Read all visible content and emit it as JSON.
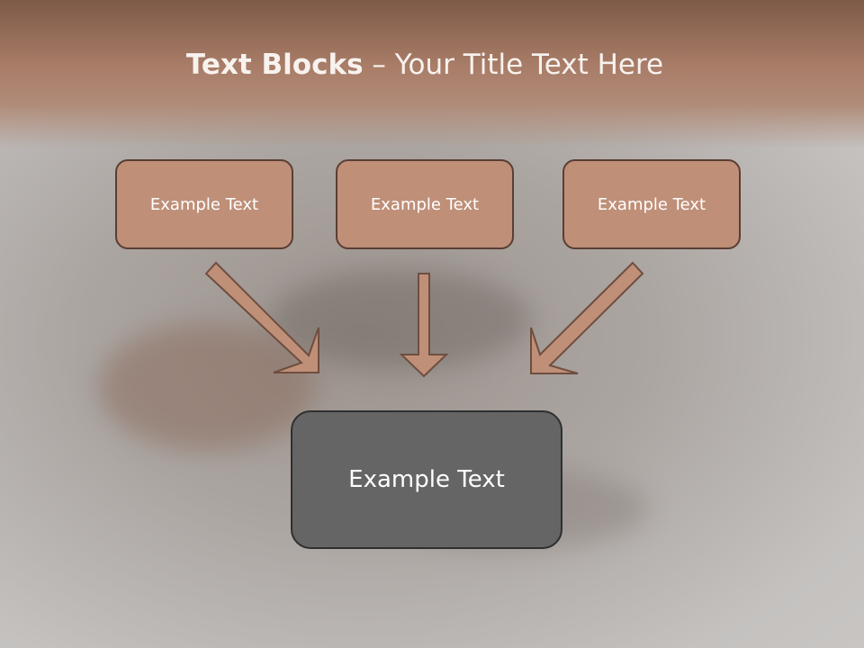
{
  "title": {
    "bold": "Text Blocks",
    "separator": " – ",
    "rest": "Your Title Text Here"
  },
  "blocks": [
    {
      "label": "Example Text"
    },
    {
      "label": "Example Text"
    },
    {
      "label": "Example Text"
    }
  ],
  "target": {
    "label": "Example Text"
  },
  "colors": {
    "header": "#a97d68",
    "block_fill": "#bf8f78",
    "block_border": "#5a3e33",
    "target_fill": "#656565",
    "arrow_fill": "#c08f77"
  }
}
